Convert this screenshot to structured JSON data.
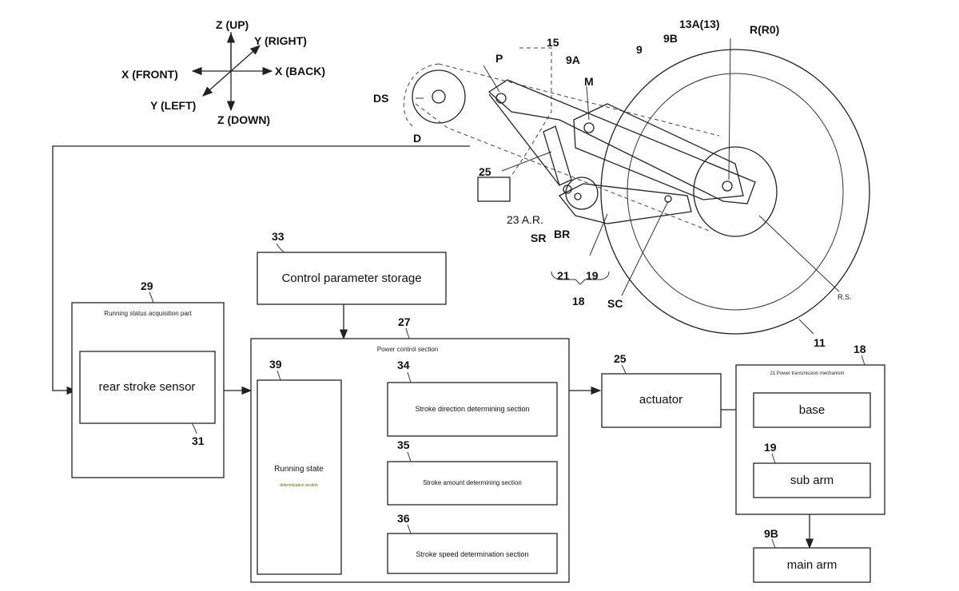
{
  "axes": {
    "z_up": "Z (UP)",
    "y_right": "Y (RIGHT)",
    "x_front": "X (FRONT)",
    "x_back": "X (BACK)",
    "y_left": "Y (LEFT)",
    "z_down": "Z (DOWN)"
  },
  "mechanism_labels": {
    "ds": "DS",
    "d": "D",
    "p": "P",
    "n15": "15",
    "n9a": "9A",
    "m": "M",
    "n9": "9",
    "n9b": "9B",
    "n13a": "13A(13)",
    "r": "R(R0)",
    "n25": "25",
    "ar": "23 A.R.",
    "sr": "SR",
    "br": "BR",
    "n21": "21",
    "n19": "19",
    "n18": "18",
    "sc": "SC",
    "rs": "R.S.",
    "n11": "11"
  },
  "blocks": {
    "storage": {
      "ref": "33",
      "label": "Control parameter storage"
    },
    "acquisition": {
      "ref": "29",
      "title": "Running status acquisition part"
    },
    "sensor": {
      "ref": "31",
      "label": "rear stroke sensor"
    },
    "power": {
      "ref": "27",
      "title": "Power control section"
    },
    "running": {
      "ref": "39",
      "label": "Running state",
      "sublabel": "determination section"
    },
    "direction": {
      "ref": "34",
      "label": "Stroke direction determining section"
    },
    "amount": {
      "ref": "35",
      "label": "Stroke amount determining section"
    },
    "speed": {
      "ref": "36",
      "label": "Stroke speed determination section"
    },
    "actuator": {
      "ref": "25",
      "label": "actuator"
    },
    "transmission": {
      "ref": "18",
      "title": "21 Power transmission mechanism"
    },
    "base": {
      "label": "base"
    },
    "subarm": {
      "ref": "19",
      "label": "sub arm"
    },
    "mainarm": {
      "ref": "9B",
      "label": "main arm"
    }
  }
}
